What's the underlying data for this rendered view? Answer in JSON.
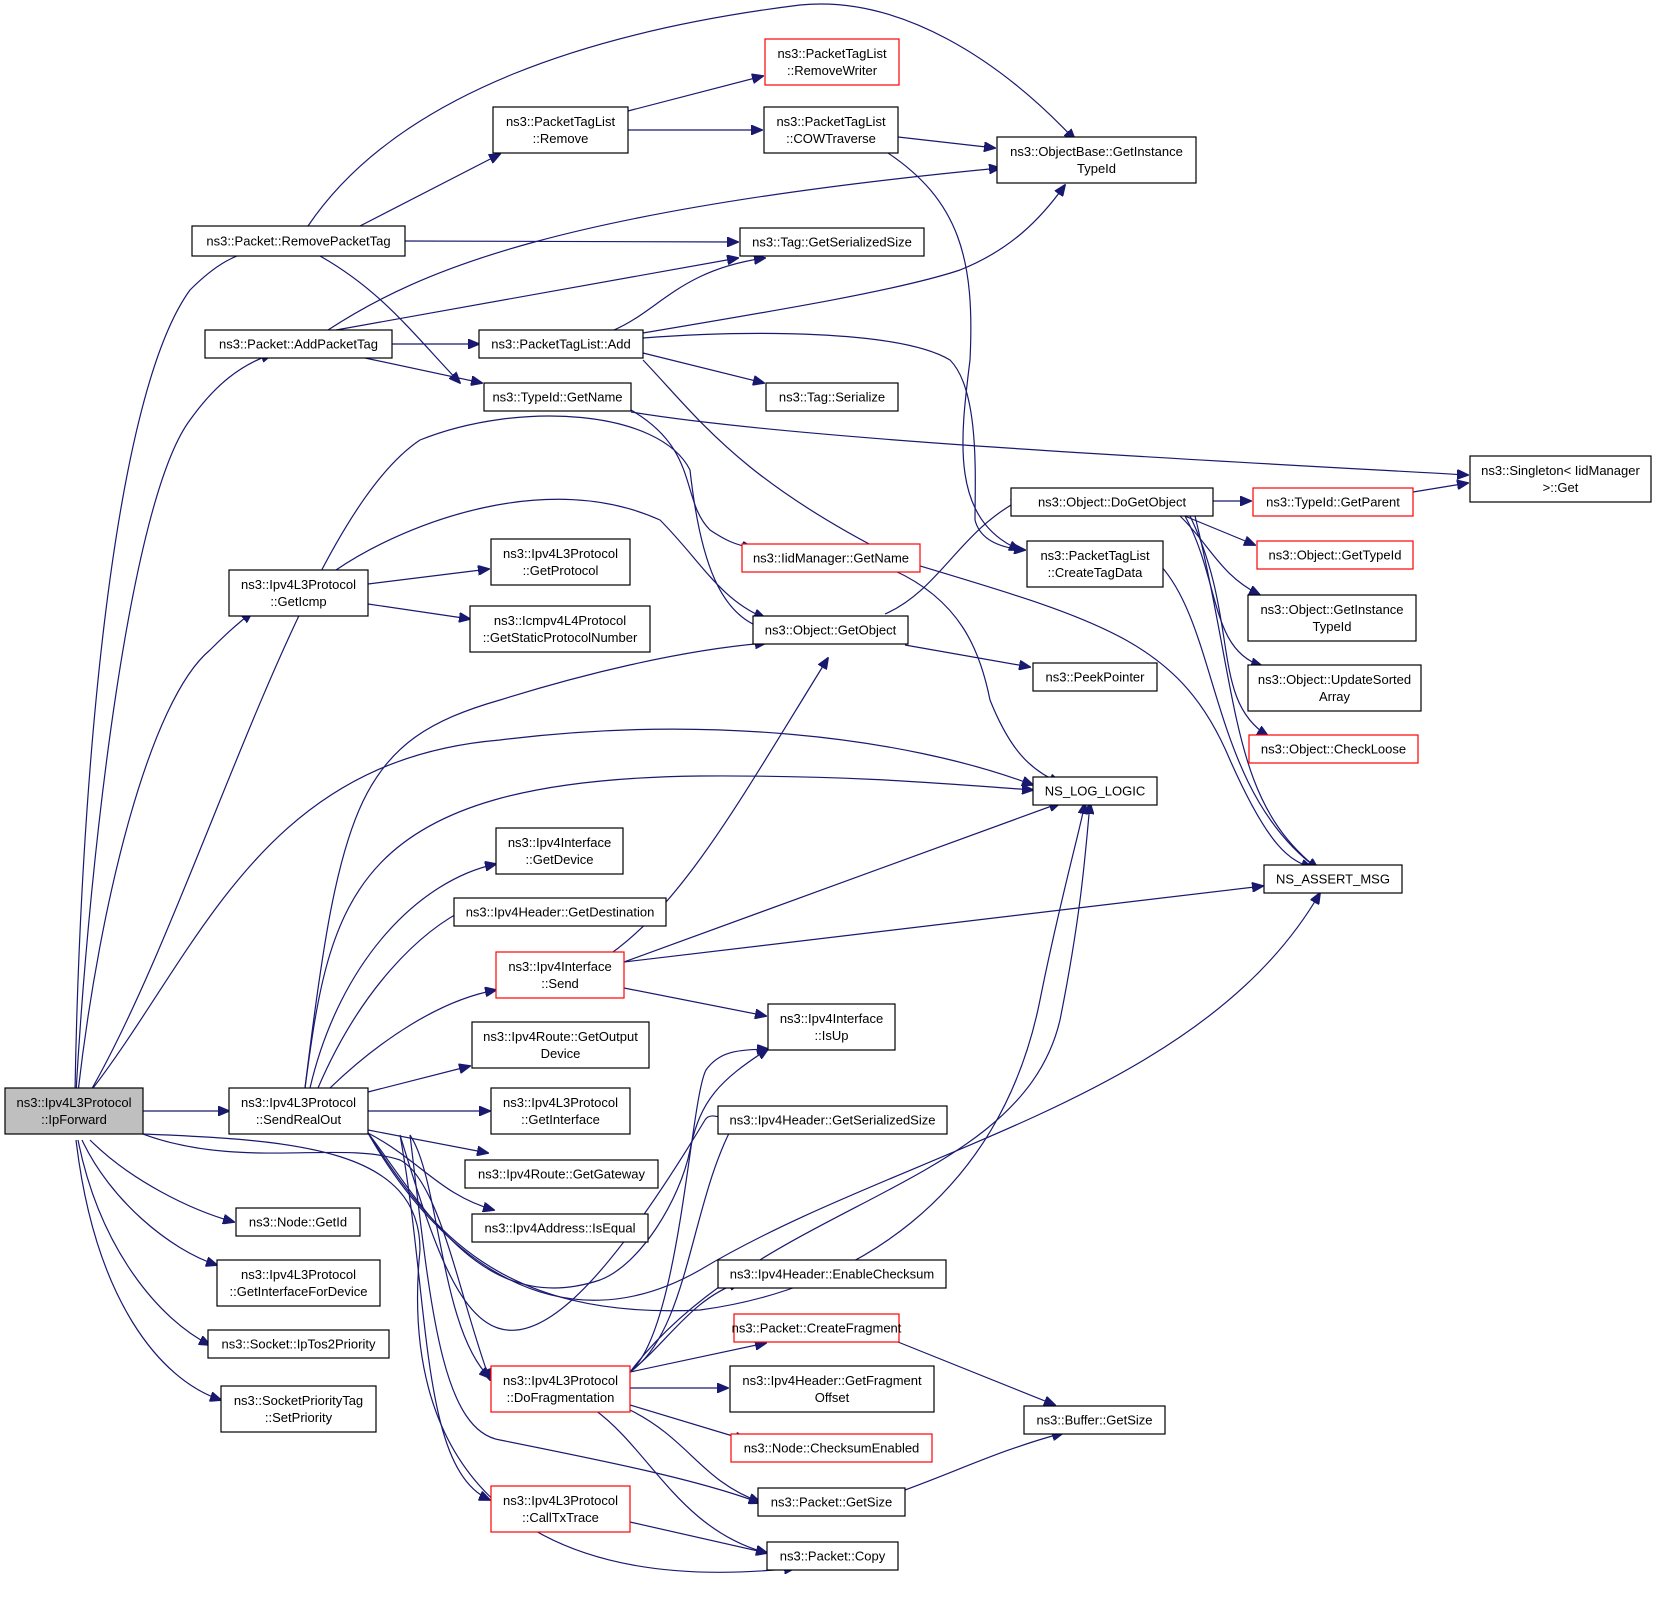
{
  "colors": {
    "edge": "#191970",
    "node_border": "#000000",
    "node_border_incomplete": "#ff0000",
    "root_fill": "#bfbfbf",
    "node_fill": "#ffffff"
  },
  "nodes": {
    "ipforward": {
      "lines": [
        "ns3::Ipv4L3Protocol",
        "::IpForward"
      ],
      "style": "root"
    },
    "removepackettag": {
      "lines": [
        "ns3::Packet::RemovePacketTag"
      ],
      "style": "normal"
    },
    "addpackettag": {
      "lines": [
        "ns3::Packet::AddPacketTag"
      ],
      "style": "normal"
    },
    "geticmp": {
      "lines": [
        "ns3::Ipv4L3Protocol",
        "::GetIcmp"
      ],
      "style": "normal"
    },
    "sendrealout": {
      "lines": [
        "ns3::Ipv4L3Protocol",
        "::SendRealOut"
      ],
      "style": "normal"
    },
    "nodegetid": {
      "lines": [
        "ns3::Node::GetId"
      ],
      "style": "normal"
    },
    "getinterfacefordevice": {
      "lines": [
        "ns3::Ipv4L3Protocol",
        "::GetInterfaceForDevice"
      ],
      "style": "normal"
    },
    "iptos2priority": {
      "lines": [
        "ns3::Socket::IpTos2Priority"
      ],
      "style": "normal"
    },
    "setpriority": {
      "lines": [
        "ns3::SocketPriorityTag",
        "::SetPriority"
      ],
      "style": "normal"
    },
    "ptlremove": {
      "lines": [
        "ns3::PacketTagList",
        "::Remove"
      ],
      "style": "normal"
    },
    "ptladd": {
      "lines": [
        "ns3::PacketTagList::Add"
      ],
      "style": "normal"
    },
    "typeidgetname": {
      "lines": [
        "ns3::TypeId::GetName"
      ],
      "style": "normal"
    },
    "getprotocol": {
      "lines": [
        "ns3::Ipv4L3Protocol",
        "::GetProtocol"
      ],
      "style": "normal"
    },
    "getstaticprotocolnumber": {
      "lines": [
        "ns3::Icmpv4L4Protocol",
        "::GetStaticProtocolNumber"
      ],
      "style": "normal"
    },
    "ifacegetdevice": {
      "lines": [
        "ns3::Ipv4Interface",
        "::GetDevice"
      ],
      "style": "normal"
    },
    "getdestination": {
      "lines": [
        "ns3::Ipv4Header::GetDestination"
      ],
      "style": "normal"
    },
    "ifacesend": {
      "lines": [
        "ns3::Ipv4Interface",
        "::Send"
      ],
      "style": "red"
    },
    "getoutputdevice": {
      "lines": [
        "ns3::Ipv4Route::GetOutput",
        "Device"
      ],
      "style": "normal"
    },
    "getinterface": {
      "lines": [
        "ns3::Ipv4L3Protocol",
        "::GetInterface"
      ],
      "style": "normal"
    },
    "getgateway": {
      "lines": [
        "ns3::Ipv4Route::GetGateway"
      ],
      "style": "normal"
    },
    "isequal": {
      "lines": [
        "ns3::Ipv4Address::IsEqual"
      ],
      "style": "normal"
    },
    "dofragmentation": {
      "lines": [
        "ns3::Ipv4L3Protocol",
        "::DoFragmentation"
      ],
      "style": "red"
    },
    "calltxtrace": {
      "lines": [
        "ns3::Ipv4L3Protocol",
        "::CallTxTrace"
      ],
      "style": "red"
    },
    "removewriter": {
      "lines": [
        "ns3::PacketTagList",
        "::RemoveWriter"
      ],
      "style": "red"
    },
    "cowtraverse": {
      "lines": [
        "ns3::PacketTagList",
        "::COWTraverse"
      ],
      "style": "normal"
    },
    "taggetserializedsize": {
      "lines": [
        "ns3::Tag::GetSerializedSize"
      ],
      "style": "normal"
    },
    "tagserialize": {
      "lines": [
        "ns3::Tag::Serialize"
      ],
      "style": "normal"
    },
    "iidmanagergetname": {
      "lines": [
        "ns3::IidManager::GetName"
      ],
      "style": "red"
    },
    "objectgetobject": {
      "lines": [
        "ns3::Object::GetObject"
      ],
      "style": "normal"
    },
    "ifaceisup": {
      "lines": [
        "ns3::Ipv4Interface",
        "::IsUp"
      ],
      "style": "normal"
    },
    "hdrgetserializedsize": {
      "lines": [
        "ns3::Ipv4Header::GetSerializedSize"
      ],
      "style": "normal"
    },
    "enablechecksum": {
      "lines": [
        "ns3::Ipv4Header::EnableChecksum"
      ],
      "style": "normal"
    },
    "createfragment": {
      "lines": [
        "ns3::Packet::CreateFragment"
      ],
      "style": "red"
    },
    "getfragmentoffset": {
      "lines": [
        "ns3::Ipv4Header::GetFragment",
        "Offset"
      ],
      "style": "normal"
    },
    "checksumenabled": {
      "lines": [
        "ns3::Node::ChecksumEnabled"
      ],
      "style": "red"
    },
    "packetgetsize": {
      "lines": [
        "ns3::Packet::GetSize"
      ],
      "style": "normal"
    },
    "packetcopy": {
      "lines": [
        "ns3::Packet::Copy"
      ],
      "style": "normal"
    },
    "getinstancetypeid": {
      "lines": [
        "ns3::ObjectBase::GetInstance",
        "TypeId"
      ],
      "style": "normal"
    },
    "dogetobject": {
      "lines": [
        "ns3::Object::DoGetObject"
      ],
      "style": "normal"
    },
    "createtagdata": {
      "lines": [
        "ns3::PacketTagList",
        "::CreateTagData"
      ],
      "style": "normal"
    },
    "peekpointer": {
      "lines": [
        "ns3::PeekPointer"
      ],
      "style": "normal"
    },
    "nslogic": {
      "lines": [
        "NS_LOG_LOGIC"
      ],
      "style": "normal"
    },
    "bufgetsize": {
      "lines": [
        "ns3::Buffer::GetSize"
      ],
      "style": "normal"
    },
    "typeidgetparent": {
      "lines": [
        "ns3::TypeId::GetParent"
      ],
      "style": "red"
    },
    "objgettypeid": {
      "lines": [
        "ns3::Object::GetTypeId"
      ],
      "style": "red"
    },
    "objgetinstancetypeid": {
      "lines": [
        "ns3::Object::GetInstance",
        "TypeId"
      ],
      "style": "normal"
    },
    "updatesortedarray": {
      "lines": [
        "ns3::Object::UpdateSorted",
        "Array"
      ],
      "style": "normal"
    },
    "checkloose": {
      "lines": [
        "ns3::Object::CheckLoose"
      ],
      "style": "red"
    },
    "nsassertmsg": {
      "lines": [
        "NS_ASSERT_MSG"
      ],
      "style": "normal"
    },
    "singletonget": {
      "lines": [
        "ns3::Singleton< IidManager",
        " >::Get"
      ],
      "style": "normal"
    }
  }
}
